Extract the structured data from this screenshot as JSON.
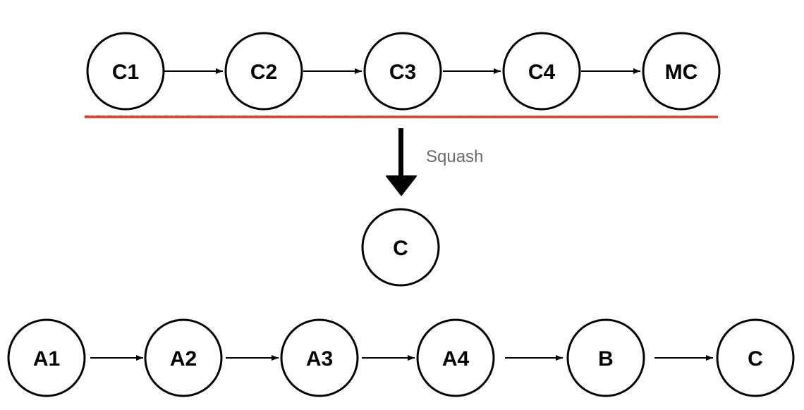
{
  "diagram": {
    "top_row": {
      "nodes": [
        {
          "id": "c1",
          "label": "C1"
        },
        {
          "id": "c2",
          "label": "C2"
        },
        {
          "id": "c3",
          "label": "C3"
        },
        {
          "id": "c4",
          "label": "C4"
        },
        {
          "id": "mc",
          "label": "MC"
        }
      ]
    },
    "squash": {
      "label": "Squash",
      "result_node": {
        "id": "c",
        "label": "C"
      }
    },
    "bottom_row": {
      "nodes": [
        {
          "id": "a1",
          "label": "A1"
        },
        {
          "id": "a2",
          "label": "A2"
        },
        {
          "id": "a3",
          "label": "A3"
        },
        {
          "id": "a4",
          "label": "A4"
        },
        {
          "id": "b",
          "label": "B"
        },
        {
          "id": "c",
          "label": "C"
        }
      ]
    },
    "colors": {
      "stroke": "#000000",
      "divider": "#d9412b",
      "squash_label": "#6a6a6a"
    }
  }
}
